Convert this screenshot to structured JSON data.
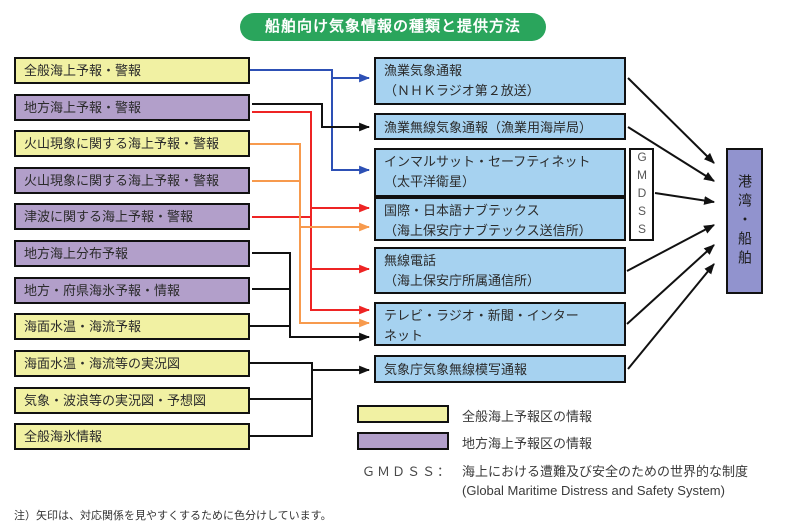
{
  "title": "船舶向け気象情報の種類と提供方法",
  "colors": {
    "title_bg": "#2aa55c",
    "general_box": "#f1f1a3",
    "local_box": "#b29fca",
    "media_box": "#a6d2f0",
    "destination_box": "#9193ce",
    "arrow_blue": "#2d50b5",
    "arrow_red": "#ee2424",
    "arrow_orange": "#f79a4d",
    "arrow_black": "#111111"
  },
  "left_boxes": [
    {
      "label": "全般海上予報・警報",
      "type": "general"
    },
    {
      "label": "地方海上予報・警報",
      "type": "local"
    },
    {
      "label": "火山現象に関する海上予報・警報",
      "type": "general"
    },
    {
      "label": "火山現象に関する海上予報・警報",
      "type": "local"
    },
    {
      "label": "津波に関する海上予報・警報",
      "type": "local"
    },
    {
      "label": "地方海上分布予報",
      "type": "local"
    },
    {
      "label": "地方・府県海氷予報・情報",
      "type": "local"
    },
    {
      "label": "海面水温・海流予報",
      "type": "general"
    },
    {
      "label": "海面水温・海流等の実況図",
      "type": "general"
    },
    {
      "label": "気象・波浪等の実況図・予想図",
      "type": "general"
    },
    {
      "label": "全般海氷情報",
      "type": "general"
    }
  ],
  "right_boxes": [
    {
      "line1": "漁業気象通報",
      "line2": "（ＮＨＫラジオ第２放送）"
    },
    {
      "line1": "漁業無線気象通報（漁業用海岸局）",
      "line2": ""
    },
    {
      "line1": "インマルサット・セーフティネット",
      "line2": "（太平洋衛星）"
    },
    {
      "line1": "国際・日本語ナブテックス",
      "line2": "（海上保安庁ナブテックス送信所）"
    },
    {
      "line1": "無線電話",
      "line2": "（海上保安庁所属通信所）"
    },
    {
      "line1": "テレビ・ラジオ・新聞・インター",
      "line2": "ネット"
    },
    {
      "line1": "気象庁気象無線模写通報",
      "line2": ""
    }
  ],
  "gmdss_box_label": "GMDSS",
  "destination_label": "港湾・船舶",
  "legend": {
    "general_label": "全般海上予報区の情報",
    "local_label": "地方海上予報区の情報",
    "gmdss_term": "ＧＭＤＳＳ：",
    "gmdss_desc_ja": "海上における遭難及び安全のための世界的な制度",
    "gmdss_desc_en": "(Global Maritime Distress and Safety System)"
  },
  "footnote": "注）矢印は、対応関係を見やすくするために色分けしています。"
}
